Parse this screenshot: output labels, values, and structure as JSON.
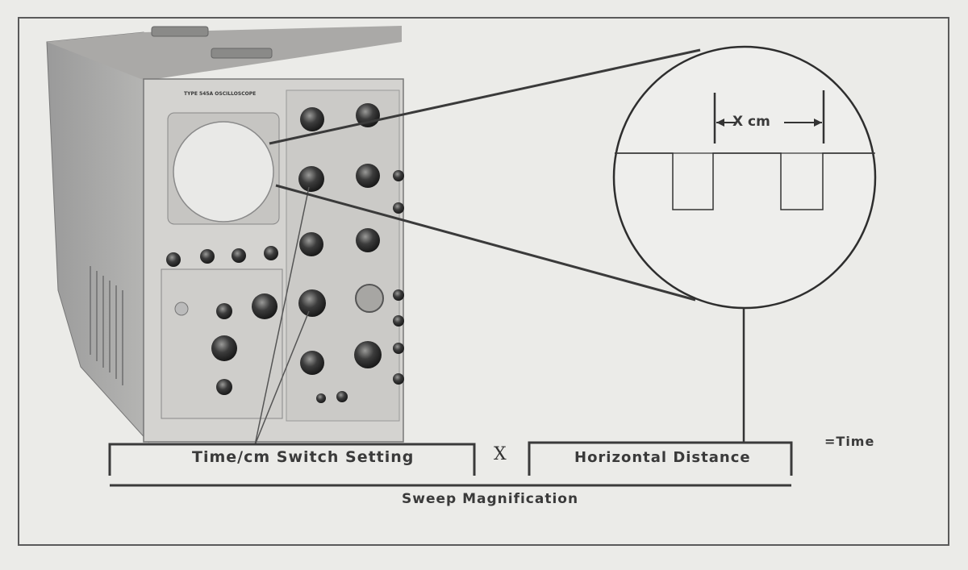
{
  "figure": {
    "equation": {
      "term1": "Time/cm Switch Setting",
      "operator": "X",
      "term2": "Horizontal Distance",
      "result": "=Time",
      "group_label": "Sweep Magnification"
    },
    "inset": {
      "measurement_label": "X cm"
    },
    "instrument": {
      "nameplate": "TYPE 545A OSCILLOSCOPE"
    }
  }
}
